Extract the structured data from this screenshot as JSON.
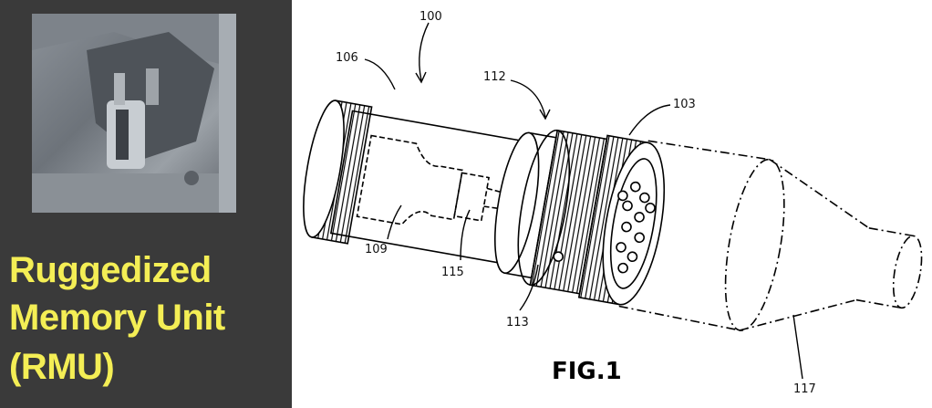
{
  "caption": {
    "line1": "Ruggedized",
    "line2": "Memory Unit",
    "line3": "(RMU)"
  },
  "figure": {
    "title": "FIG.1",
    "labels": {
      "l100": "100",
      "l106": "106",
      "l112": "112",
      "l103": "103",
      "l109": "109",
      "l115": "115",
      "l113": "113",
      "l117": "117"
    }
  },
  "colors": {
    "panel": "#3a3a3a",
    "caption": "#f4ee55"
  }
}
